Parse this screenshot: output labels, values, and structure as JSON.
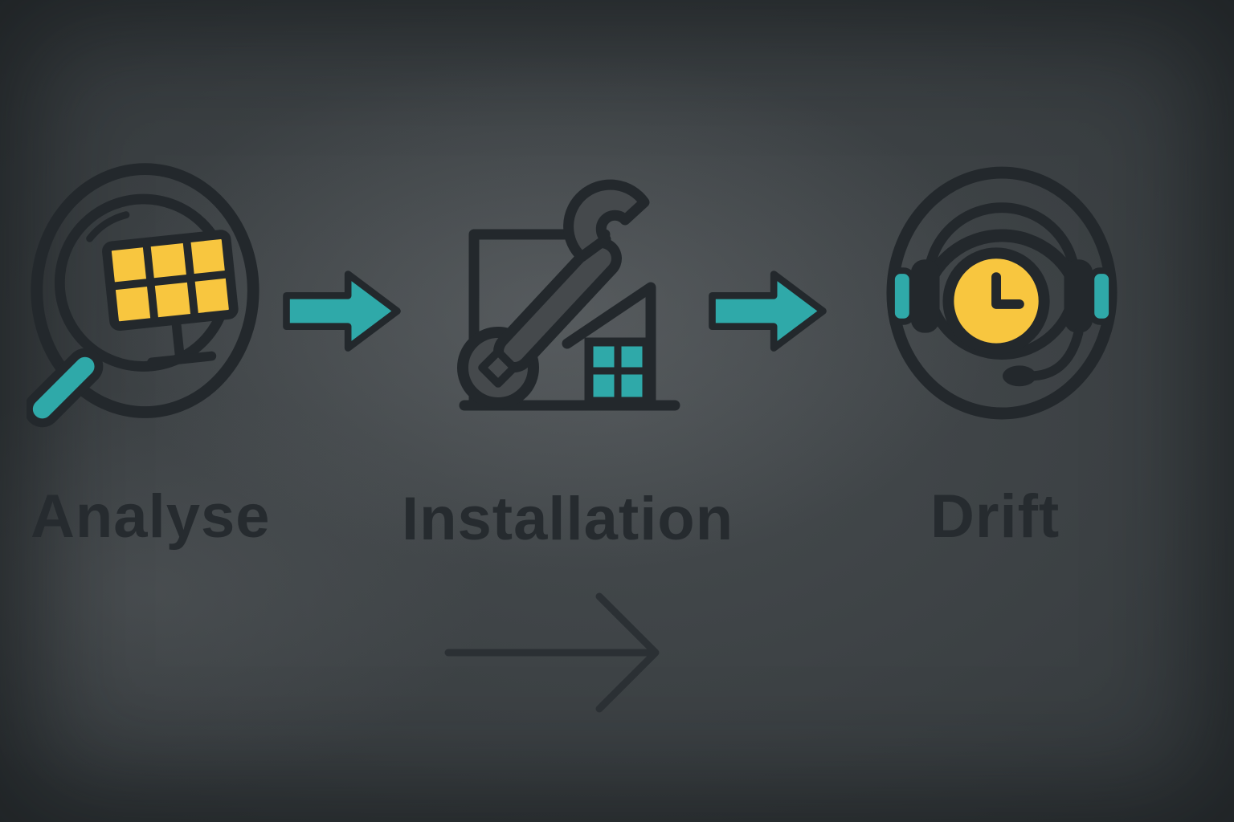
{
  "diagram": {
    "steps": [
      {
        "label": "Analyse",
        "icon": "magnifying-glass-solar-panel-icon"
      },
      {
        "label": "Installation",
        "icon": "wrench-house-icon"
      },
      {
        "label": "Drift",
        "icon": "headset-clock-icon"
      }
    ],
    "connectors": {
      "step_arrow": "right-arrow",
      "bottom_arrow": "long-right-arrow"
    },
    "colors": {
      "background": "#3E4346",
      "accent_teal": "#2FA9A9",
      "accent_yellow": "#F8C63F",
      "outline_dark": "#23282C",
      "label_text": "#262B2F"
    }
  }
}
